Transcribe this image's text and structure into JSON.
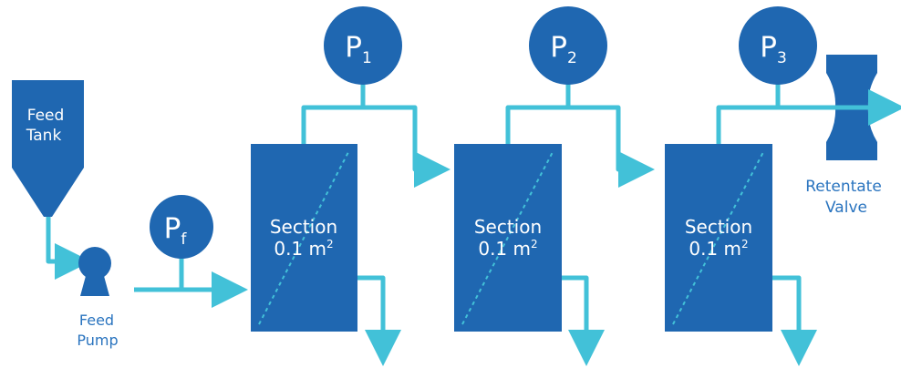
{
  "colors": {
    "vessel": "#1f67b1",
    "line": "#42c1d8",
    "text_on_dark": "#ffffff",
    "caption": "#2a74bf"
  },
  "feed_tank": {
    "line1": "Feed",
    "line2": "Tank"
  },
  "feed_pump": {
    "line1": "Feed",
    "line2": "Pump"
  },
  "gauges": {
    "pf": {
      "main": "P",
      "sub": "f"
    },
    "p1": {
      "main": "P",
      "sub": "1"
    },
    "p2": {
      "main": "P",
      "sub": "2"
    },
    "p3": {
      "main": "P",
      "sub": "3"
    }
  },
  "sections": [
    {
      "line1": "Section",
      "line2_value": "0.1 m",
      "line2_sup": "2"
    },
    {
      "line1": "Section",
      "line2_value": "0.1 m",
      "line2_sup": "2"
    },
    {
      "line1": "Section",
      "line2_value": "0.1 m",
      "line2_sup": "2"
    }
  ],
  "retentate_valve": {
    "line1": "Retentate",
    "line2": "Valve"
  }
}
